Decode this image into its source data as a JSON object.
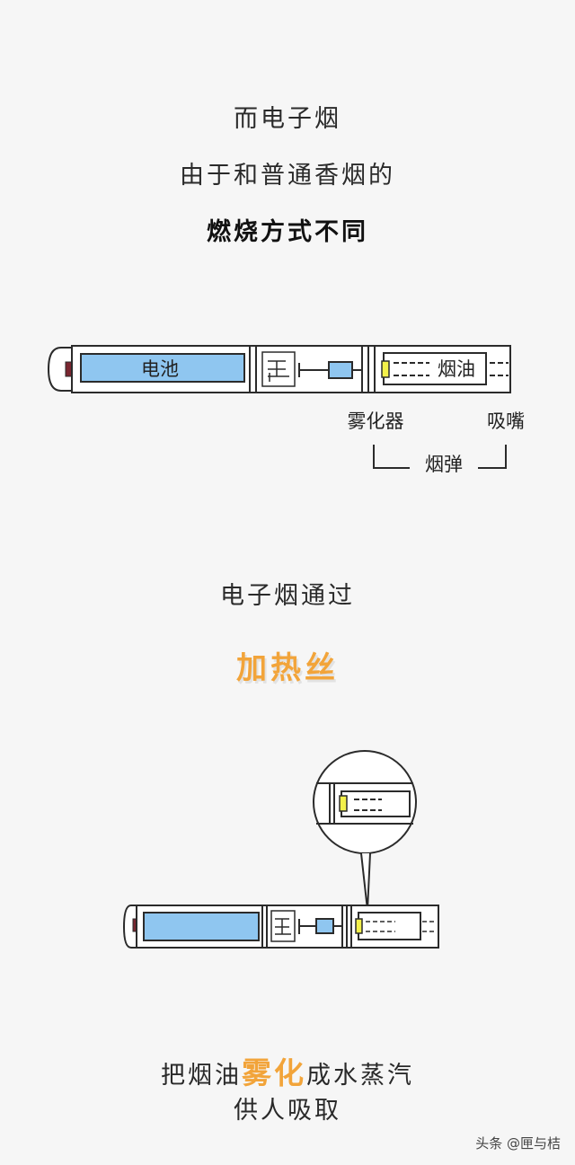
{
  "section1": {
    "line1": "而电子烟",
    "line2": "由于和普通香烟的",
    "line3": "燃烧方式不同"
  },
  "diagram1": {
    "battery_label": "电池",
    "oil_label": "烟油",
    "atomizer_label": "雾化器",
    "mouthpiece_label": "吸嘴",
    "cartridge_label": "烟弹"
  },
  "section2": {
    "line1": "电子烟通过",
    "highlight": "加热丝"
  },
  "section3": {
    "prefix": "把烟油",
    "highlight": "雾化",
    "suffix": "成水蒸汽",
    "line2": "供人吸取"
  },
  "colors": {
    "battery_fill": "#8fc6f0",
    "battery_stroke": "#2b2b2b",
    "heater_yellow": "#f3f04a",
    "accent_orange": "#f2a43a",
    "tip_red": "#7a2630"
  },
  "watermark": "头条 @匣与桔"
}
